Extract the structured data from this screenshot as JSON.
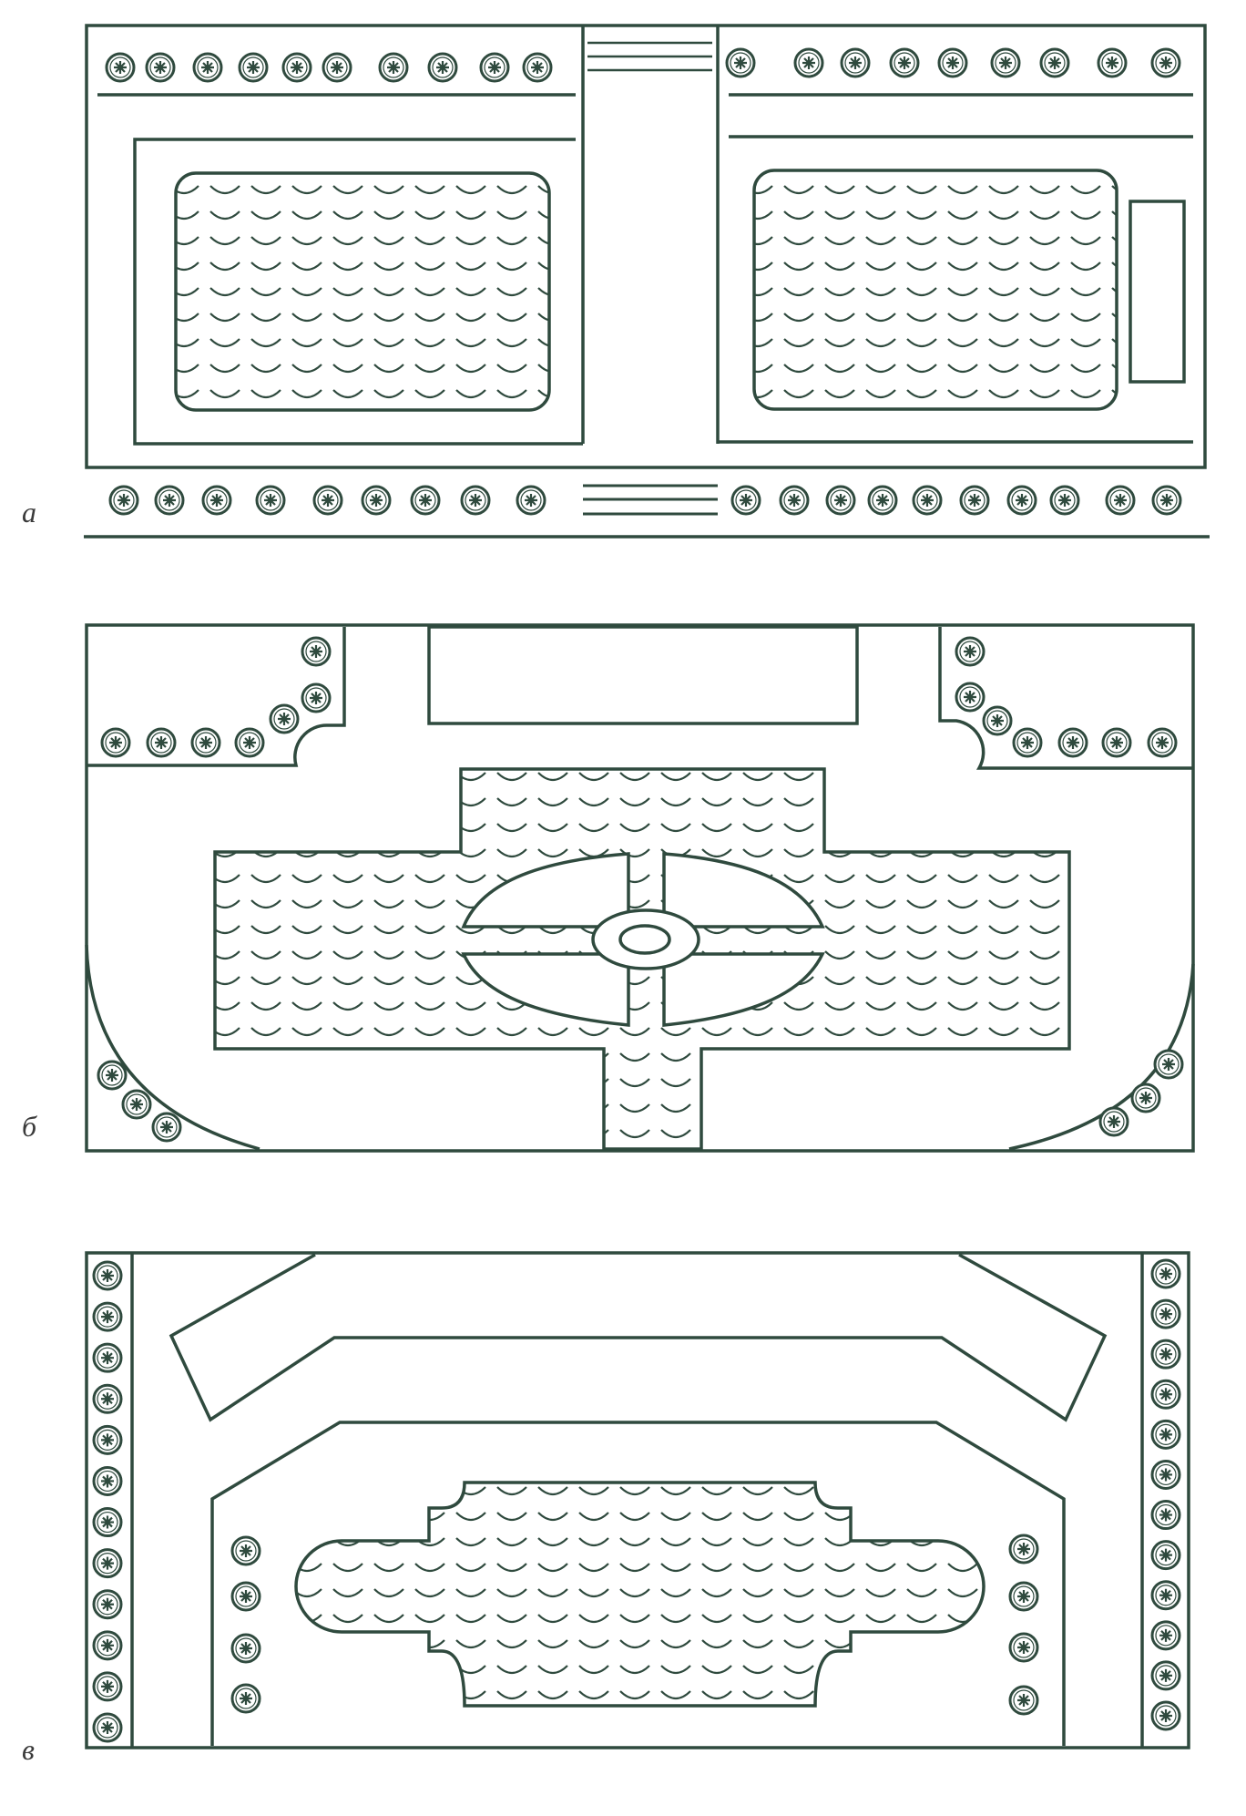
{
  "colors": {
    "stroke": "#2f4a3e",
    "background": "#ffffff",
    "label": "#3a3a3a"
  },
  "icons": {
    "shrub": "shrub-icon",
    "flowerbed_pattern": "scallop-pattern"
  },
  "panels": [
    {
      "id": "a",
      "label": "а"
    },
    {
      "id": "b",
      "label": "б"
    },
    {
      "id": "v",
      "label": "в"
    }
  ]
}
